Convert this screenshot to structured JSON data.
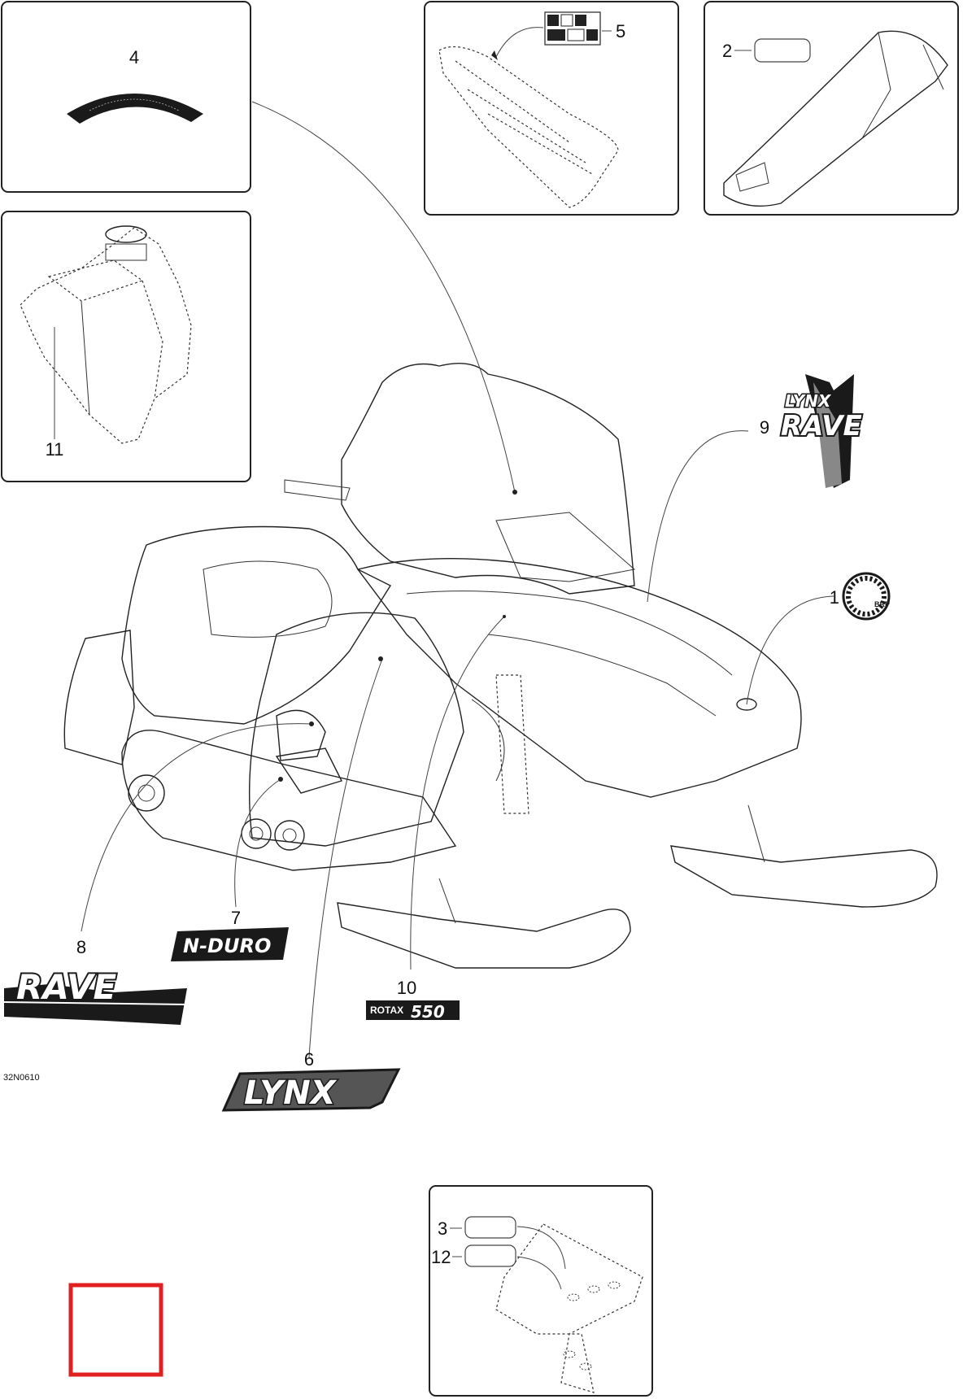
{
  "figure_code": "32N0610",
  "callouts": {
    "c1": "1",
    "c2": "2",
    "c3": "3",
    "c4": "4",
    "c5": "5",
    "c6": "6",
    "c7": "7",
    "c8": "8",
    "c9": "9",
    "c10": "10",
    "c11": "11",
    "c12": "12"
  },
  "decals": {
    "nduro": "N-DURO",
    "rave": "RAVE",
    "rotax_word": "ROTAX",
    "rotax_num": "550",
    "lynx": "LYNX",
    "lynx_small": "LYNX",
    "rave_small": "RAVE",
    "brp": "BRP"
  },
  "colors": {
    "line": "#222222",
    "highlight_box": "#e02020",
    "decal_dark": "#1a1a1a"
  }
}
